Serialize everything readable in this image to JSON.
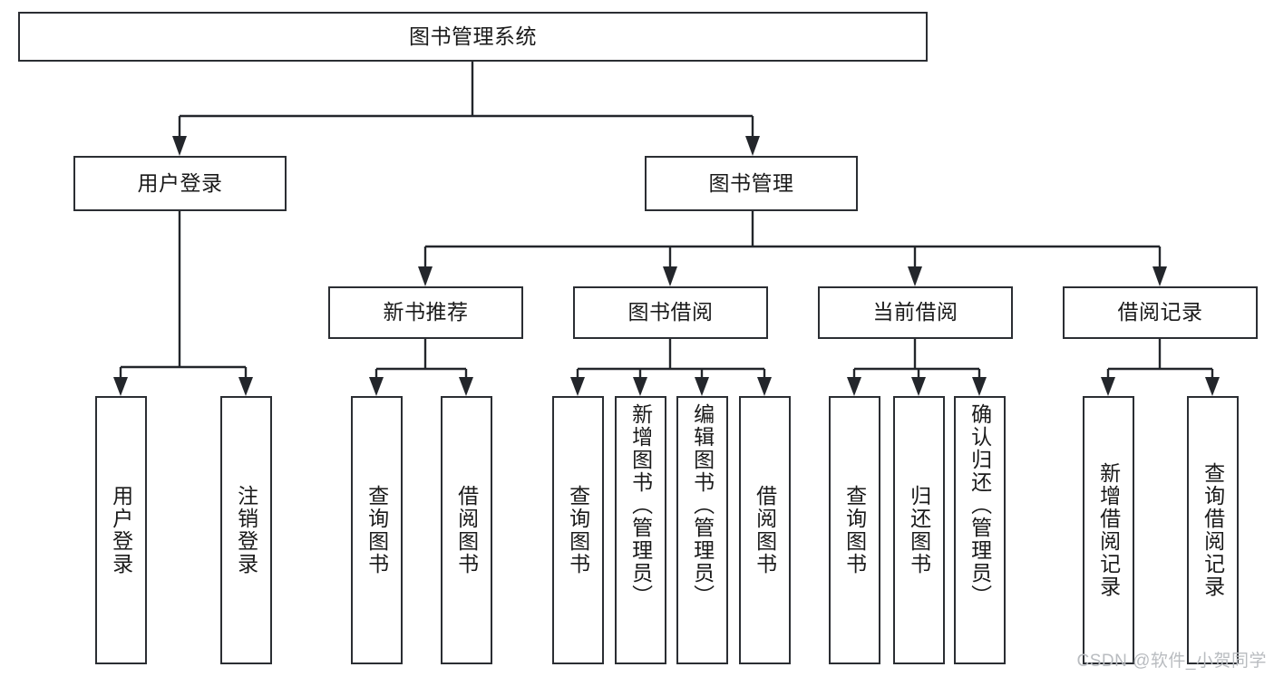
{
  "diagram": {
    "type": "tree-hierarchy",
    "title": "图书管理系统",
    "background_color": "#ffffff",
    "line_color": "#23262b",
    "box_border_color": "#2b2e33",
    "text_color": "#1a1a1a"
  },
  "root": {
    "label": "图书管理系统"
  },
  "level2": [
    {
      "label": "用户登录"
    },
    {
      "label": "图书管理"
    }
  ],
  "level3": [
    {
      "label": "新书推荐"
    },
    {
      "label": "图书借阅"
    },
    {
      "label": "当前借阅"
    },
    {
      "label": "借阅记录"
    }
  ],
  "leaves": {
    "user_login": [
      {
        "label": "用户登录"
      },
      {
        "label": "注销登录"
      }
    ],
    "new_book_recommend": [
      {
        "label": "查询图书"
      },
      {
        "label": "借阅图书"
      }
    ],
    "book_borrow": [
      {
        "label": "查询图书"
      },
      {
        "label": "新增图书（管理员）"
      },
      {
        "label": "编辑图书（管理员）"
      },
      {
        "label": "借阅图书"
      }
    ],
    "current_borrow": [
      {
        "label": "查询图书"
      },
      {
        "label": "归还图书"
      },
      {
        "label": "确认归还（管理员）"
      }
    ],
    "borrow_record": [
      {
        "label": "新增借阅记录"
      },
      {
        "label": "查询借阅记录"
      }
    ]
  },
  "watermark": {
    "text": "CSDN @软件_小贺同学"
  }
}
